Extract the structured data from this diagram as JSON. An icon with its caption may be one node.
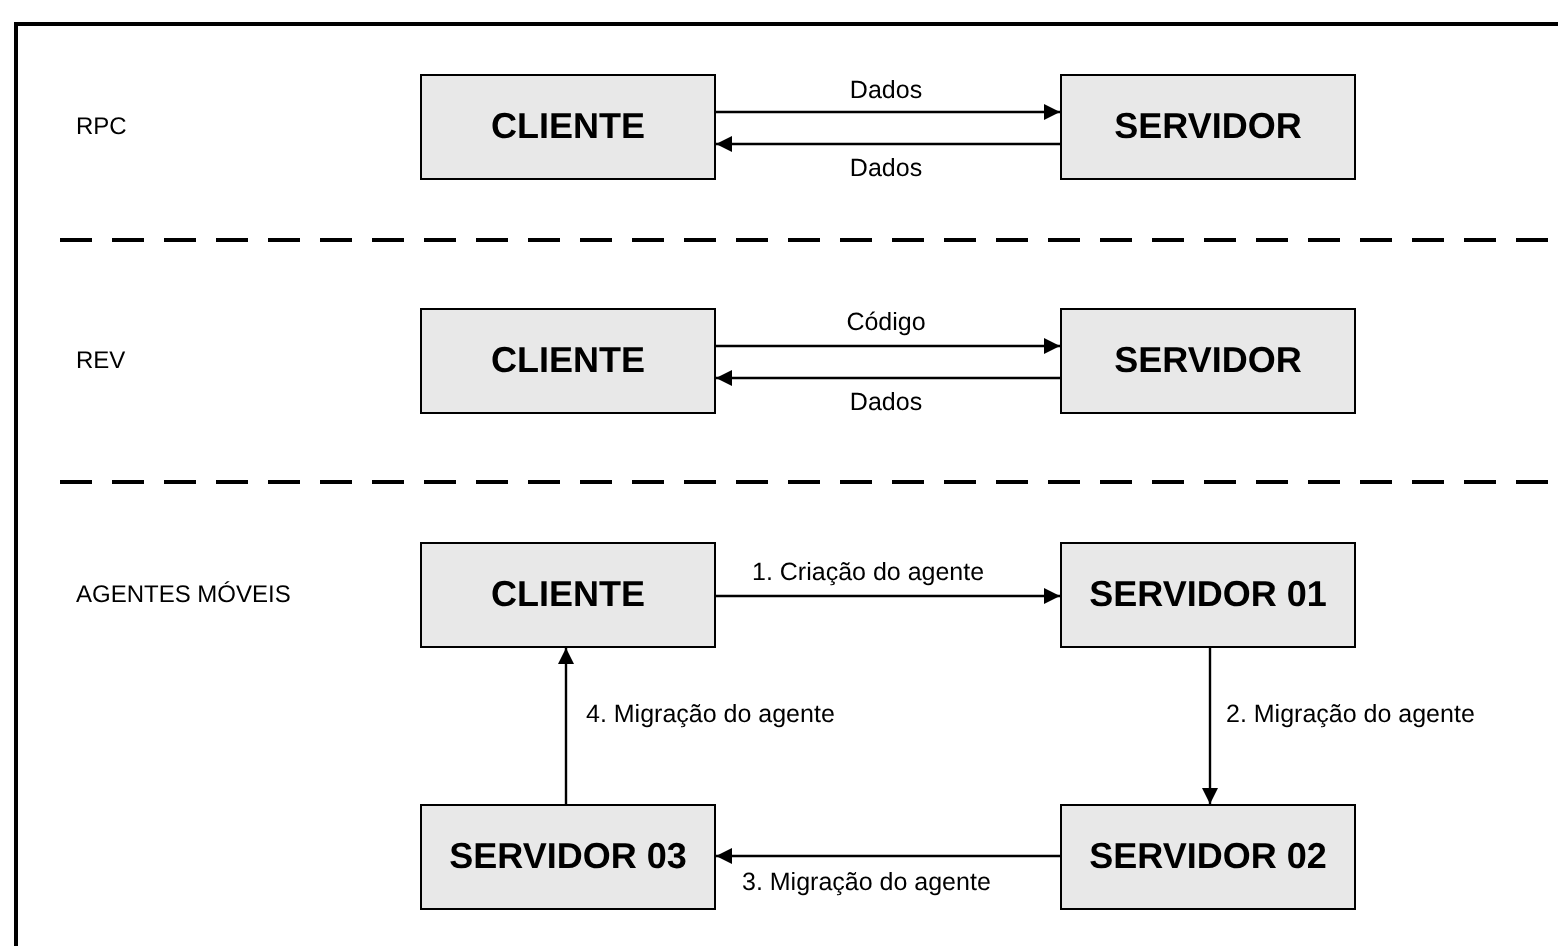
{
  "diagram": {
    "nodes": [
      {
        "text": [
          "CLIENTE"
        ]
      },
      {
        "text": [
          "SERVIDOR"
        ]
      },
      {
        "text": [
          "CLIENTE"
        ]
      },
      {
        "text": [
          "SERVIDOR"
        ]
      },
      {
        "text": [
          "CLIENTE"
        ]
      },
      {
        "text": [
          "SERVIDOR 01"
        ]
      },
      {
        "text": [
          "SERVIDOR 03"
        ]
      },
      {
        "text": [
          "SERVIDOR 02"
        ]
      }
    ],
    "edges": [
      {
        "from": 0,
        "to": 1,
        "arrow": "to",
        "label": "Dados"
      },
      {
        "from": 1,
        "to": 0,
        "arrow": "to",
        "label": "Dados"
      },
      {
        "from": 2,
        "to": 3,
        "arrow": "to",
        "label": "Código"
      },
      {
        "from": 3,
        "to": 2,
        "arrow": "to",
        "label": "Dados"
      },
      {
        "from": 4,
        "to": 5,
        "arrow": "to",
        "label": "1. Criação do agente"
      },
      {
        "from": 5,
        "to": 7,
        "arrow": "to",
        "label": "2. Migração do agente"
      },
      {
        "from": 7,
        "to": 6,
        "arrow": "to",
        "label": "3. Migração do agente"
      },
      {
        "from": 6,
        "to": 4,
        "arrow": "to",
        "label": "4. Migração do agente"
      }
    ],
    "labels": [
      "RPC",
      "REV",
      "AGENTES MÓVEIS"
    ]
  }
}
